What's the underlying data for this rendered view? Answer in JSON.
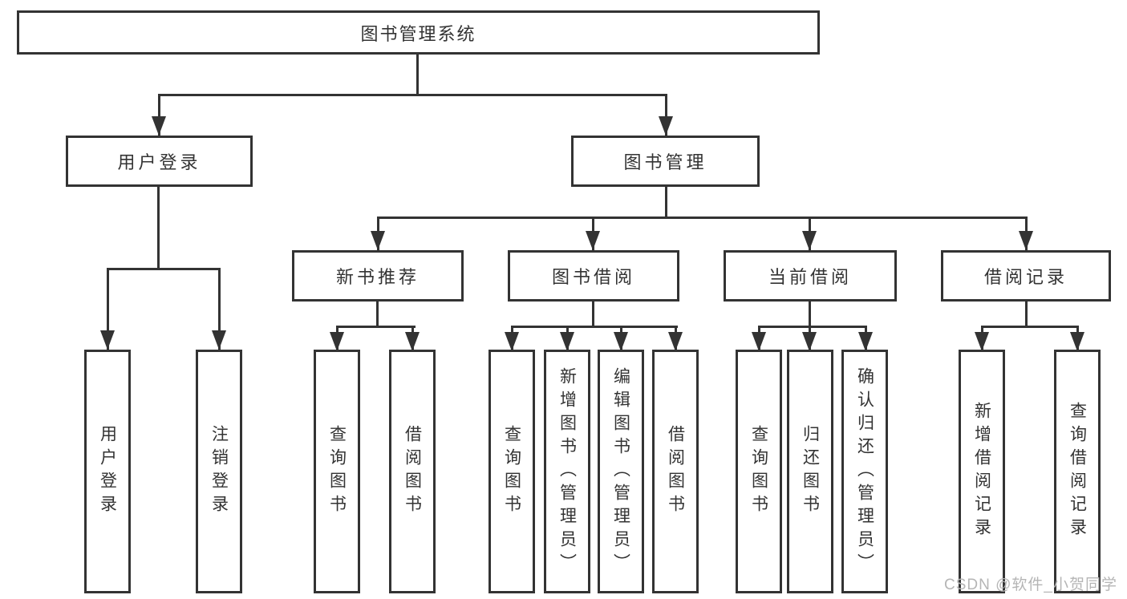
{
  "diagram": {
    "type": "function-structure-tree",
    "root": {
      "label": "图书管理系统",
      "children": [
        {
          "id": "user-login",
          "label": "用户登录",
          "children": [
            {
              "id": "user-login-action",
              "label": "用户登录"
            },
            {
              "id": "logout-action",
              "label": "注销登录"
            }
          ]
        },
        {
          "id": "book-management",
          "label": "图书管理",
          "children": [
            {
              "id": "new-book-recommend",
              "label": "新书推荐",
              "children": [
                {
                  "id": "nbr-query-book",
                  "label": "查询图书"
                },
                {
                  "id": "nbr-borrow-book",
                  "label": "借阅图书"
                }
              ]
            },
            {
              "id": "book-borrow",
              "label": "图书借阅",
              "children": [
                {
                  "id": "bb-query-book",
                  "label": "查询图书"
                },
                {
                  "id": "bb-add-book",
                  "label": "新增图书（管理员）"
                },
                {
                  "id": "bb-edit-book",
                  "label": "编辑图书（管理员）"
                },
                {
                  "id": "bb-borrow-book",
                  "label": "借阅图书"
                }
              ]
            },
            {
              "id": "current-borrow",
              "label": "当前借阅",
              "children": [
                {
                  "id": "cb-query-book",
                  "label": "查询图书"
                },
                {
                  "id": "cb-return-book",
                  "label": "归还图书"
                },
                {
                  "id": "cb-confirm-return",
                  "label": "确认归还（管理员）"
                }
              ]
            },
            {
              "id": "borrow-record",
              "label": "借阅记录",
              "children": [
                {
                  "id": "br-add-record",
                  "label": "新增借阅记录"
                },
                {
                  "id": "br-query-record",
                  "label": "查询借阅记录"
                }
              ]
            }
          ]
        }
      ]
    },
    "watermark": "CSDN @软件_小贺同学",
    "colors": {
      "line": "#333333",
      "text": "#333333",
      "background": "#ffffff",
      "watermark": "#b5b5b5"
    }
  }
}
